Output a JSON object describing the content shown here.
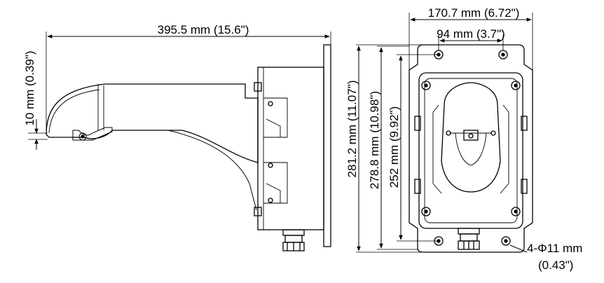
{
  "side_view": {
    "width_dim": "395.5 mm (15.6\")",
    "height_dim": "10 mm (0.39\")"
  },
  "front_view": {
    "outer_width_dim": "170.7 mm (6.72\")",
    "hole_spacing_dim": "94 mm (3.7\")",
    "overall_height_dim": "281.2 mm (11.07\")",
    "plate_height_dim": "278.8 mm (10.98\")",
    "hole_height_dim": "252 mm (9.92\")",
    "hole_dia_label": "4-Φ11 mm",
    "hole_dia_inch": "(0.43\")"
  },
  "colors": {
    "line": "#000000",
    "background": "#ffffff"
  }
}
